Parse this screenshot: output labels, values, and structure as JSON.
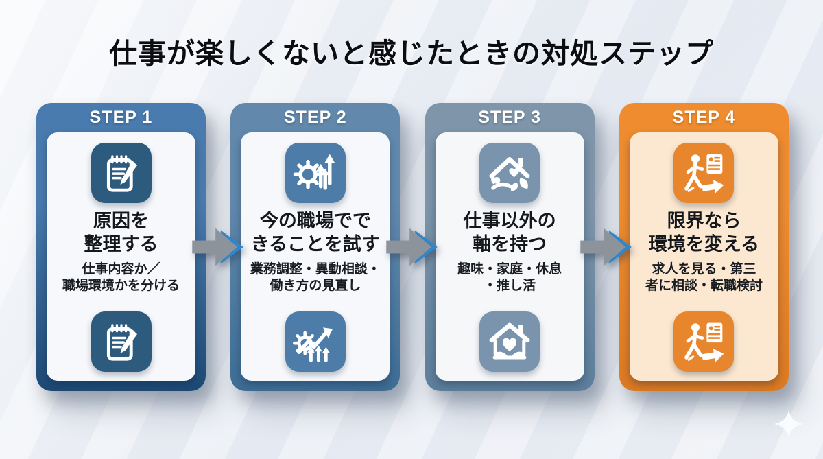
{
  "title": "仕事が楽しくないと感じたときの対処ステップ",
  "colors": {
    "background": "#eef1f6",
    "arrow_gray": "#8d939b",
    "arrow_blue": "#2e86cd",
    "title_text": "#0b0d10"
  },
  "steps": [
    {
      "step_label": "STEP 1",
      "title": "原因を\n整理する",
      "subtitle": "仕事内容か／\n職場環境かを分ける",
      "top_icon": "notepad-pencil-icon",
      "bottom_icon": "notepad-pencil-icon",
      "accent_top": "#4a7bae",
      "accent_bottom": "#1d4a75",
      "tile_color": "#2d5b7e",
      "inner_color": "#f6f8fb"
    },
    {
      "step_label": "STEP 2",
      "title": "今の職場でで\nきることを試す",
      "subtitle": "業務調整・異動相談・\n働き方の見直し",
      "top_icon": "gear-up-arrows-icon",
      "bottom_icon": "gear-trend-arrow-icon",
      "accent_top": "#6289ac",
      "accent_bottom": "#3e6d95",
      "tile_color": "#4c7ca7",
      "inner_color": "#f6f8fb"
    },
    {
      "step_label": "STEP 3",
      "title": "仕事以外の\n軸を持つ",
      "subtitle": "趣味・家庭・休息\n・推し活",
      "top_icon": "home-relax-leaf-icon",
      "bottom_icon": "home-heart-leaves-icon",
      "accent_top": "#7e95aa",
      "accent_bottom": "#5d7f9c",
      "tile_color": "#7b94ad",
      "inner_color": "#f5f7f9"
    },
    {
      "step_label": "STEP 4",
      "title": "限界なら\n環境を変える",
      "subtitle": "求人を見る・第三\n者に相談・転職検討",
      "top_icon": "career-change-walk-icon",
      "bottom_icon": "career-change-walk-icon",
      "accent_top": "#ef8c2f",
      "accent_bottom": "#dd7a22",
      "tile_color": "#e8862d",
      "inner_color": "#fce8d1"
    }
  ]
}
